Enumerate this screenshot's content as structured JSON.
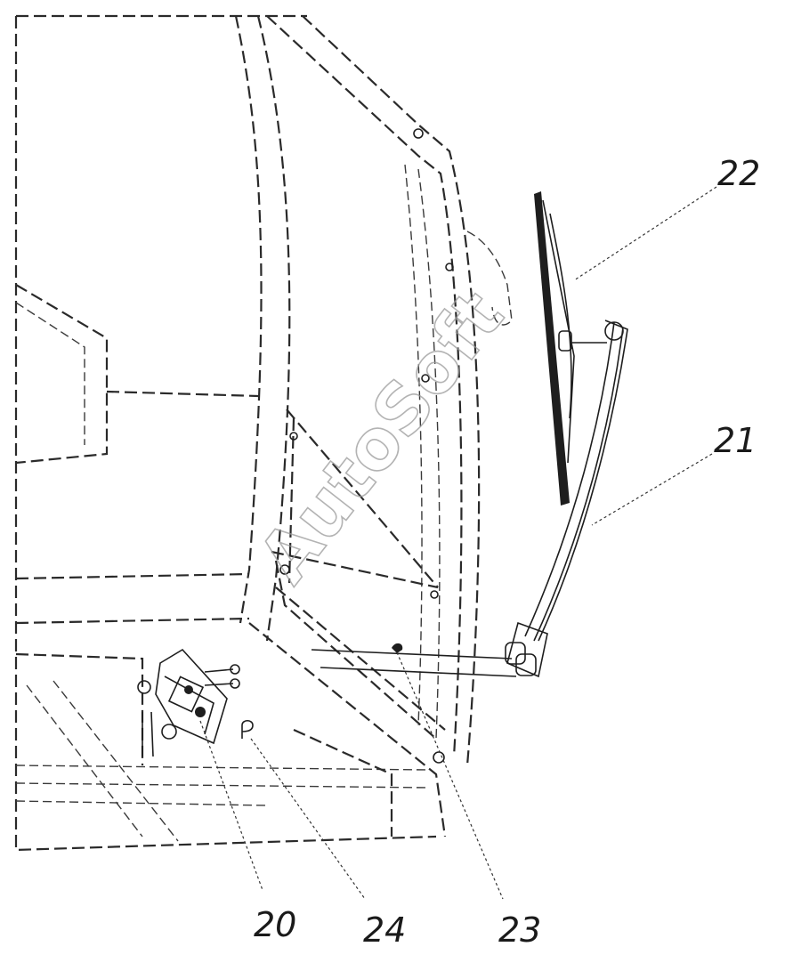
{
  "callouts": {
    "c20": "20",
    "c21": "21",
    "c22": "22",
    "c23": "23",
    "c24": "24"
  },
  "watermark": "AutoSoft",
  "colors": {
    "line": "#1e1e1e",
    "watermark": "#9a9a9a",
    "background": "#ffffff"
  }
}
